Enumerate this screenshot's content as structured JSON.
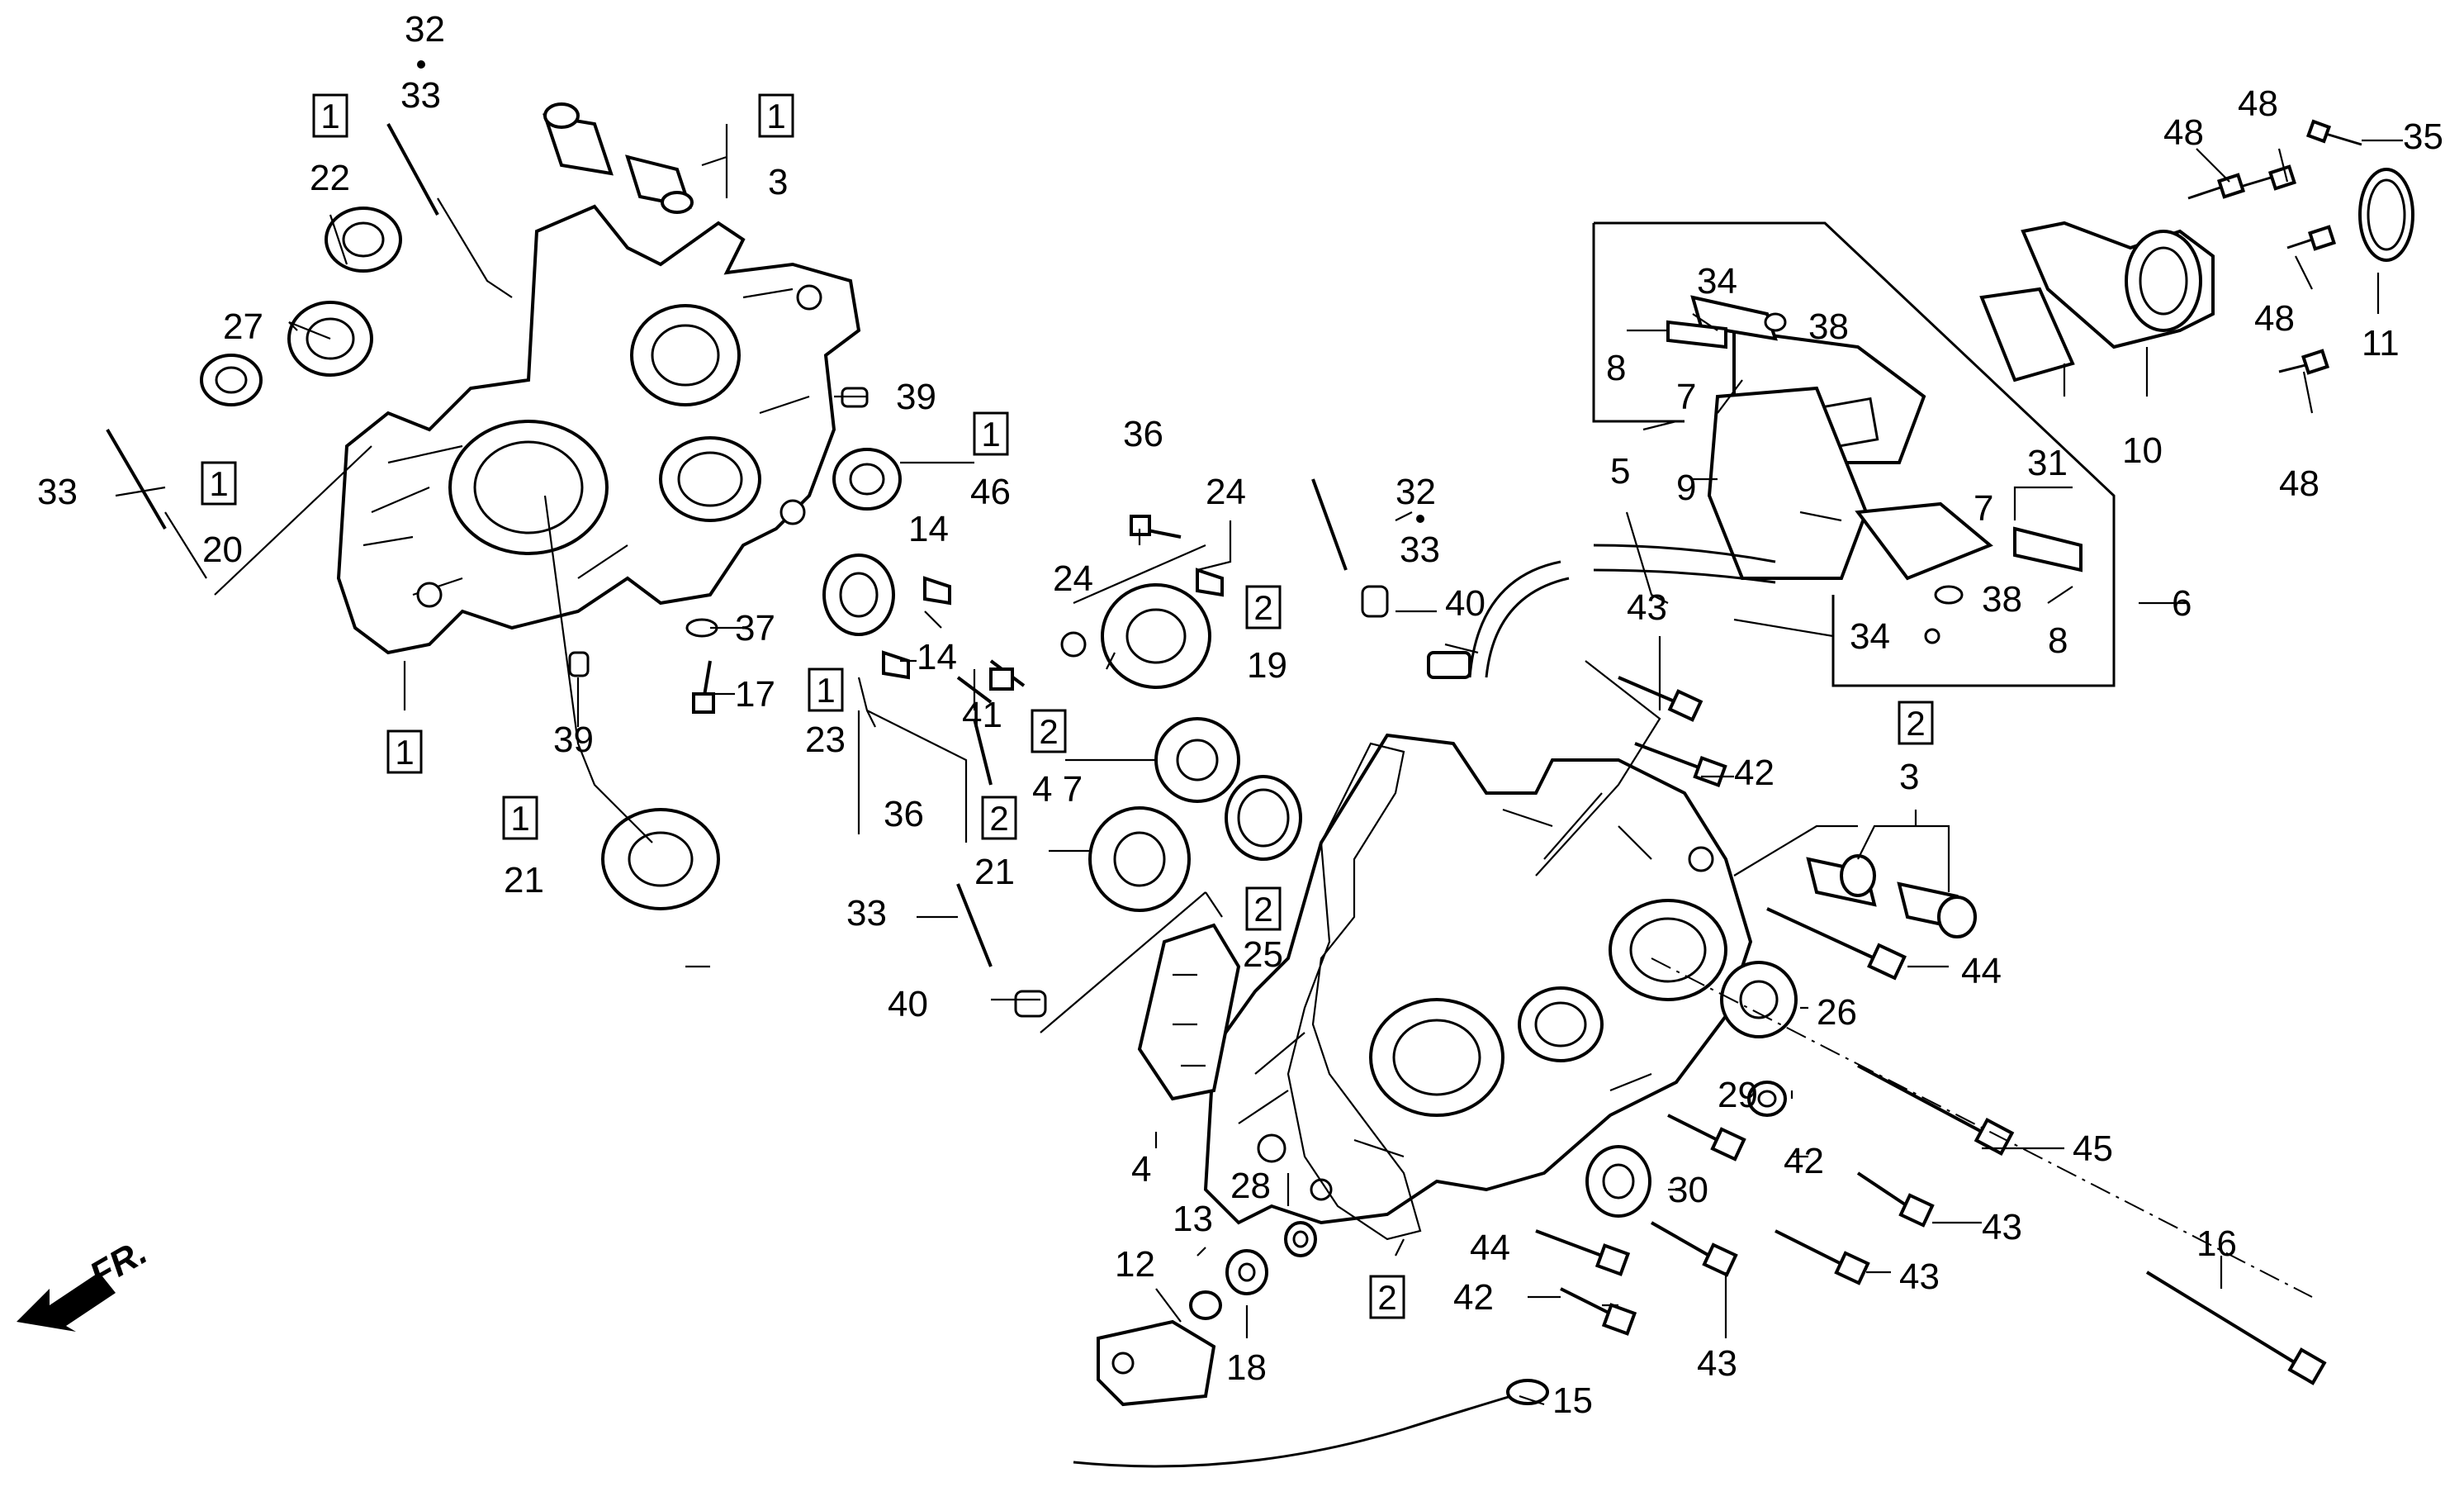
{
  "diagram": {
    "direction_label": "FR.",
    "callouts": [
      {
        "id": "c32a",
        "label": "32"
      },
      {
        "id": "c33a",
        "label": "33"
      },
      {
        "id": "c22",
        "label": "22"
      },
      {
        "id": "c27",
        "label": "27"
      },
      {
        "id": "c33b",
        "label": "33"
      },
      {
        "id": "c20",
        "label": "20"
      },
      {
        "id": "c3a",
        "label": "3"
      },
      {
        "id": "c39a",
        "label": "39"
      },
      {
        "id": "c46",
        "label": "46"
      },
      {
        "id": "c37",
        "label": "37"
      },
      {
        "id": "c17",
        "label": "17"
      },
      {
        "id": "c39b",
        "label": "39"
      },
      {
        "id": "c21a",
        "label": "21"
      },
      {
        "id": "c14a",
        "label": "14"
      },
      {
        "id": "c14b",
        "label": "14"
      },
      {
        "id": "c41",
        "label": "41"
      },
      {
        "id": "c23",
        "label": "23"
      },
      {
        "id": "c36a",
        "label": "36"
      },
      {
        "id": "c24a",
        "label": "24"
      },
      {
        "id": "c24b",
        "label": "24"
      },
      {
        "id": "c19",
        "label": "19"
      },
      {
        "id": "c47",
        "label": "4 7"
      },
      {
        "id": "c36b",
        "label": "36"
      },
      {
        "id": "c21b",
        "label": "21"
      },
      {
        "id": "c33c",
        "label": "33"
      },
      {
        "id": "c40a",
        "label": "40"
      },
      {
        "id": "c25",
        "label": "25"
      },
      {
        "id": "c32b",
        "label": "32"
      },
      {
        "id": "c33d",
        "label": "33"
      },
      {
        "id": "c40b",
        "label": "40"
      },
      {
        "id": "c5",
        "label": "5"
      },
      {
        "id": "c9",
        "label": "9"
      },
      {
        "id": "c34a",
        "label": "34"
      },
      {
        "id": "c38a",
        "label": "38"
      },
      {
        "id": "c8a",
        "label": "8"
      },
      {
        "id": "c7a",
        "label": "7"
      },
      {
        "id": "c7b",
        "label": "7"
      },
      {
        "id": "c38b",
        "label": "38"
      },
      {
        "id": "c34b",
        "label": "34"
      },
      {
        "id": "c8b",
        "label": "8"
      },
      {
        "id": "c6",
        "label": "6"
      },
      {
        "id": "c48a",
        "label": "48"
      },
      {
        "id": "c48b",
        "label": "48"
      },
      {
        "id": "c35",
        "label": "35"
      },
      {
        "id": "c48c",
        "label": "48"
      },
      {
        "id": "c11",
        "label": "11"
      },
      {
        "id": "c31",
        "label": "31"
      },
      {
        "id": "c10",
        "label": "10"
      },
      {
        "id": "c48d",
        "label": "48"
      },
      {
        "id": "c43a",
        "label": "43"
      },
      {
        "id": "c42a",
        "label": "42"
      },
      {
        "id": "c3b",
        "label": "3"
      },
      {
        "id": "c44a",
        "label": "44"
      },
      {
        "id": "c26",
        "label": "26"
      },
      {
        "id": "c29",
        "label": "29"
      },
      {
        "id": "c42b",
        "label": "42"
      },
      {
        "id": "c45",
        "label": "45"
      },
      {
        "id": "c30",
        "label": "30"
      },
      {
        "id": "c43b",
        "label": "43"
      },
      {
        "id": "c43c",
        "label": "43"
      },
      {
        "id": "c16",
        "label": "16"
      },
      {
        "id": "c44b",
        "label": "44"
      },
      {
        "id": "c42c",
        "label": "42"
      },
      {
        "id": "c43d",
        "label": "43"
      },
      {
        "id": "c4",
        "label": "4"
      },
      {
        "id": "c28",
        "label": "28"
      },
      {
        "id": "c13",
        "label": "13"
      },
      {
        "id": "c12",
        "label": "12"
      },
      {
        "id": "c18",
        "label": "18"
      },
      {
        "id": "c15",
        "label": "15"
      }
    ],
    "boxed_callouts": [
      {
        "id": "b1a",
        "label": "1"
      },
      {
        "id": "b1b",
        "label": "1"
      },
      {
        "id": "b1c",
        "label": "1"
      },
      {
        "id": "b1d",
        "label": "1"
      },
      {
        "id": "b1e",
        "label": "1"
      },
      {
        "id": "b1f",
        "label": "1"
      },
      {
        "id": "b1g",
        "label": "1"
      },
      {
        "id": "b2a",
        "label": "2"
      },
      {
        "id": "b2b",
        "label": "2"
      },
      {
        "id": "b2c",
        "label": "2"
      },
      {
        "id": "b2d",
        "label": "2"
      },
      {
        "id": "b2e",
        "label": "2"
      },
      {
        "id": "b2f",
        "label": "2"
      }
    ]
  }
}
